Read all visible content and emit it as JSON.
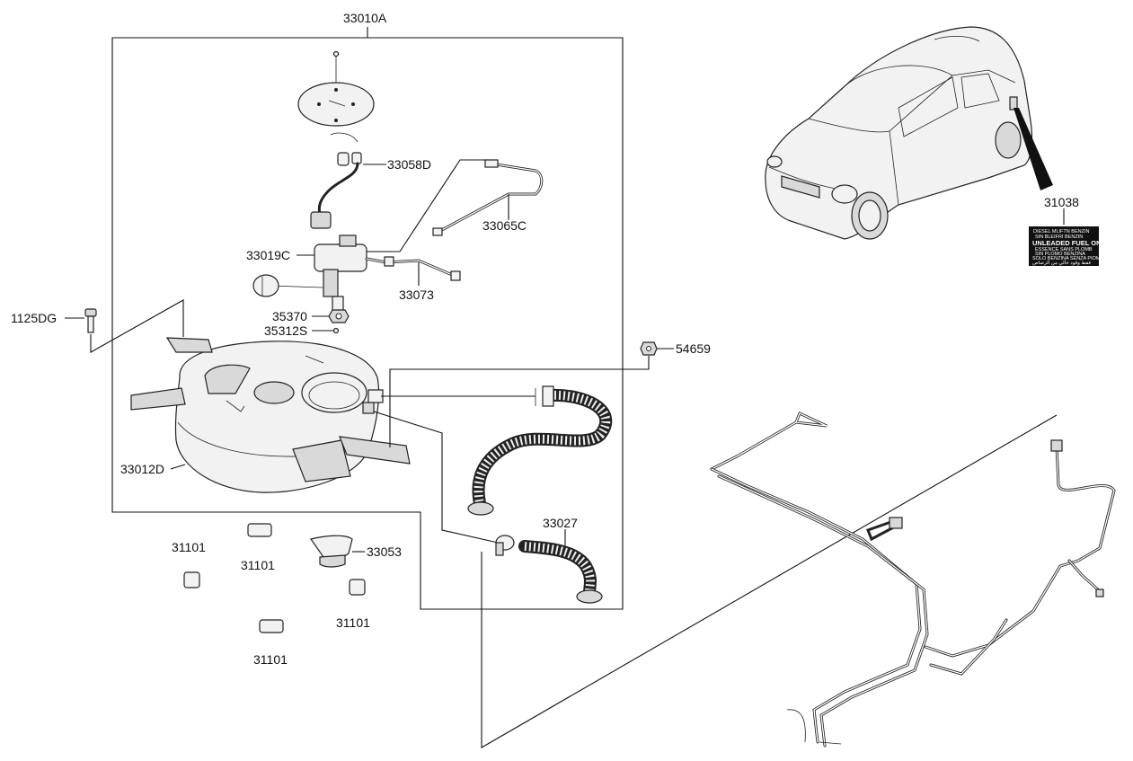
{
  "callouts": {
    "assembly": "33010A",
    "sender_harness": "33058D",
    "vapor_tube": "33065C",
    "pump_module": "33019C",
    "fuel_line": "33073",
    "bolt": "1125DG",
    "nut": "35370",
    "washer_screw": "35312S",
    "clip": "54659",
    "tank": "33012D",
    "filler_hose": "33027",
    "bracket": "33053",
    "pad_a": "31101",
    "pad_b": "31101",
    "pad_c": "31101",
    "pad_d": "31101",
    "label_part": "31038"
  },
  "caution_label": {
    "line1": "DIESEL MLIFTN BENZIN",
    "line2": "SIN BLEIFRI BENZIN",
    "line3": "UNLEADED FUEL ONLY",
    "line4": "ESSENCE SANS PLOMB",
    "line5": "SIN PLOMO BENZINA",
    "line6": "SOLO BENZINA SENZA PIOMBO",
    "line7": "فقط وقود خالي من الرصاص"
  },
  "colors": {
    "line": "#111111",
    "label_bg": "#111111",
    "label_text": "#ffffff"
  }
}
